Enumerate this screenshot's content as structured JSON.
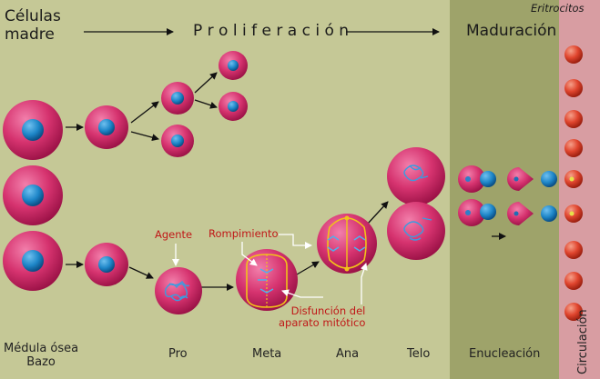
{
  "header": {
    "stem_cells": [
      "Células",
      "madre"
    ],
    "proliferation": "P r o l i f e r a c i ó n",
    "maturation": "Maduración",
    "erythrocytes": "Eritrocitos"
  },
  "stage_labels": {
    "bone_marrow": [
      "Médula ósea",
      "Bazo"
    ],
    "pro": "Pro",
    "meta": "Meta",
    "ana": "Ana",
    "telo": "Telo",
    "enucleation": "Enucleación",
    "circulation": "Circulación"
  },
  "annotations": {
    "agent": "Agente",
    "breakage": "Rompimiento",
    "dysfunction": [
      "Disfunción del",
      "aparato mitótico"
    ]
  },
  "colors": {
    "background": "#c5c896",
    "maturation_panel": "#9ea36a",
    "circulation_panel": "#d89da2",
    "cell": "#d7336f",
    "nucleus": "#1e86c8",
    "spindle": "#f2c21a",
    "annotation_red": "#c01818",
    "erythrocyte": "#e0452e"
  }
}
